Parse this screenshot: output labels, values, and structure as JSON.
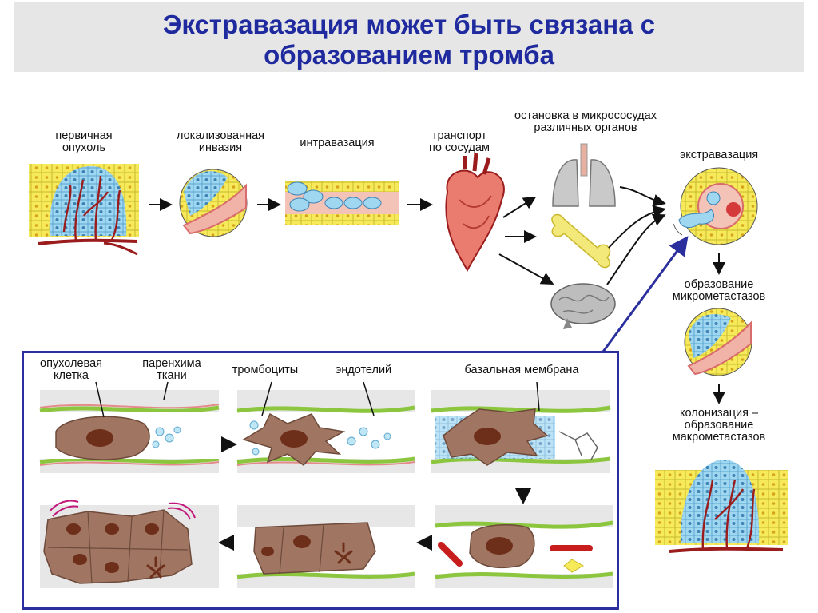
{
  "title": "Экстравазация может быть связана с\nобразованием тромба",
  "stages": {
    "primary_tumor": "первичная\nопухоль",
    "local_invasion": "локализованная\nинвазия",
    "intravasation": "интравазация",
    "transport": "транспорт\nпо сосудам",
    "arrest": "остановка в микрососудах\nразличных органов",
    "extravasation": "экстравазация",
    "micrometastases": "образование\nмикрометастазов",
    "colonization": "колонизация –\nобразование\nмакрометастазов"
  },
  "inset_labels": {
    "tumor_cell": "опухолевая\nклетка",
    "parenchyma": "паренхима\nткани",
    "platelets": "тромбоциты",
    "endothelium": "эндотелий",
    "basement_membrane": "базальная мембрана"
  },
  "colors": {
    "title": "#1f2a9e",
    "frame": "#2b2f9e",
    "tumor_cell": "#a07562",
    "nucleus": "#6e2f1a",
    "platelet": "#bfe6f5",
    "endothelium": "#8cc63f",
    "membrane": "#e58a8a",
    "vessel": "#9b1c1c",
    "yellow_cell": "#f6ea5a"
  }
}
